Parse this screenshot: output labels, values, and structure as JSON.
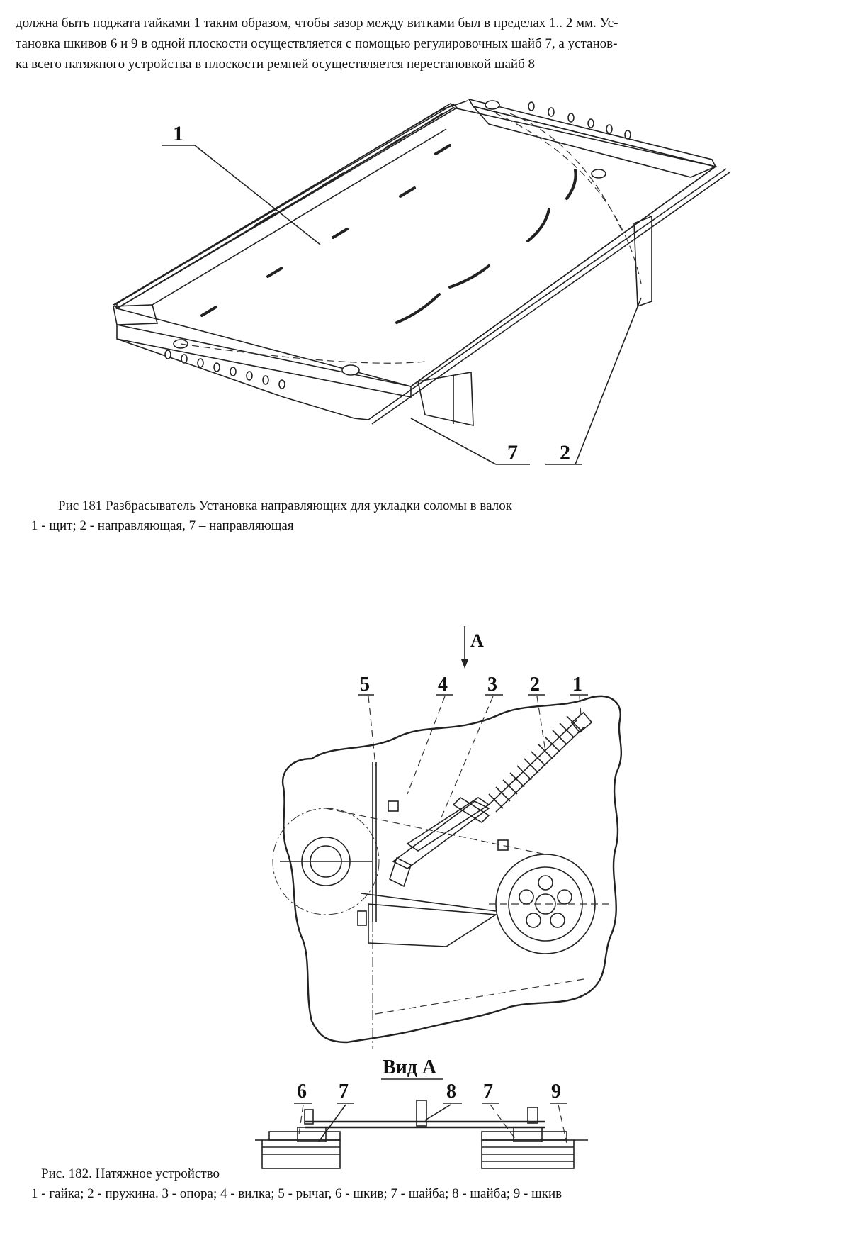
{
  "intro_lines": [
    "должна быть поджата гайками 1 таким образом, чтобы зазор между витками был в пределах 1.. 2 мм. Ус-",
    "тановка шкивов 6 и 9 в одной плоскости осуществляется с помощью регулировочных шайб 7, а установ-",
    "ка всего натяжного устройства в плоскости ремней осуществляется перестановкой шайб 8"
  ],
  "figure_181": {
    "caption": "Рис  181 Разбрасыватель  Установка направляющих для укладки соломы в валок",
    "legend": "1 - щит; 2 - направляющая, 7 – направляющая",
    "callouts": [
      "1",
      "7",
      "2"
    ]
  },
  "figure_182": {
    "caption": "Рис. 182. Натяжное устройство",
    "legend": "1 - гайка; 2 - пружина. 3 - опора; 4 - вилка; 5 - рычаг, 6 - шкив; 7 - шайба; 8 - шайба; 9 - шкив",
    "view_arrow_label": "А",
    "callouts_top": [
      "5",
      "4",
      "3",
      "2",
      "1"
    ],
    "view_title": "Вид А",
    "callouts_bottom": [
      "6",
      "7",
      "8",
      "7",
      "9"
    ]
  }
}
